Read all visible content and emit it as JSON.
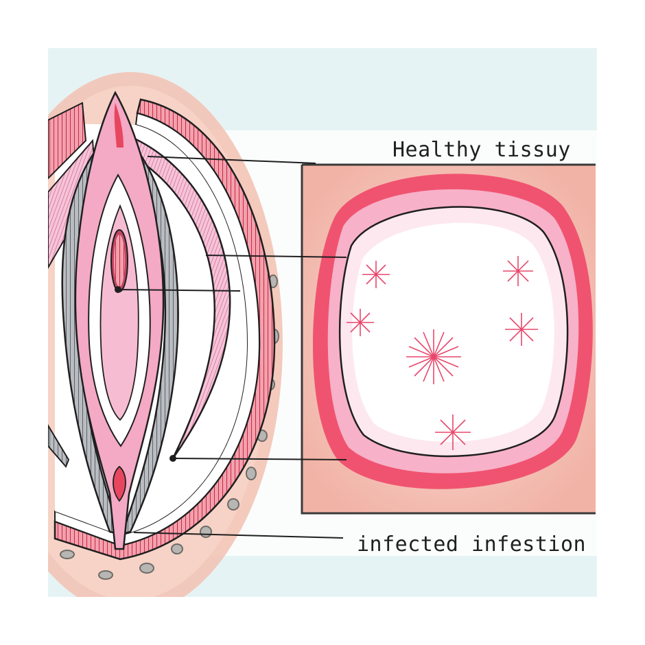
{
  "labels": {
    "healthy": "Healthy tissuy",
    "infected": "infected infestion"
  },
  "colors": {
    "background_panel": "#e6f3f4",
    "skin": "#f2c1b1",
    "pink": "#f4a9c4",
    "light_pink": "#f9d3e1",
    "red": "#e8465f",
    "gray": "#8c8f95",
    "ink": "#1f1f1f"
  },
  "icons": {
    "left": "anatomical-cross-section-illustration",
    "right": "microscopic-tissue-section-illustration"
  }
}
